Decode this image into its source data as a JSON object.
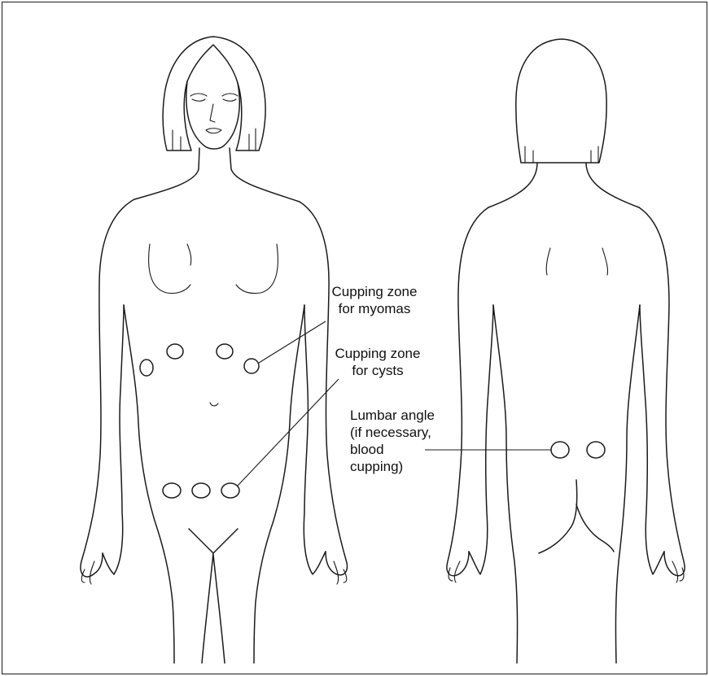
{
  "labels": {
    "myomas": "Cupping zone\nfor myomas",
    "cysts": "Cupping zone\nfor cysts",
    "lumbar": "Lumbar angle\n(if necessary,\nblood\ncupping)"
  },
  "colors": {
    "line": "#1b1b1b",
    "background": "#ffffff"
  }
}
